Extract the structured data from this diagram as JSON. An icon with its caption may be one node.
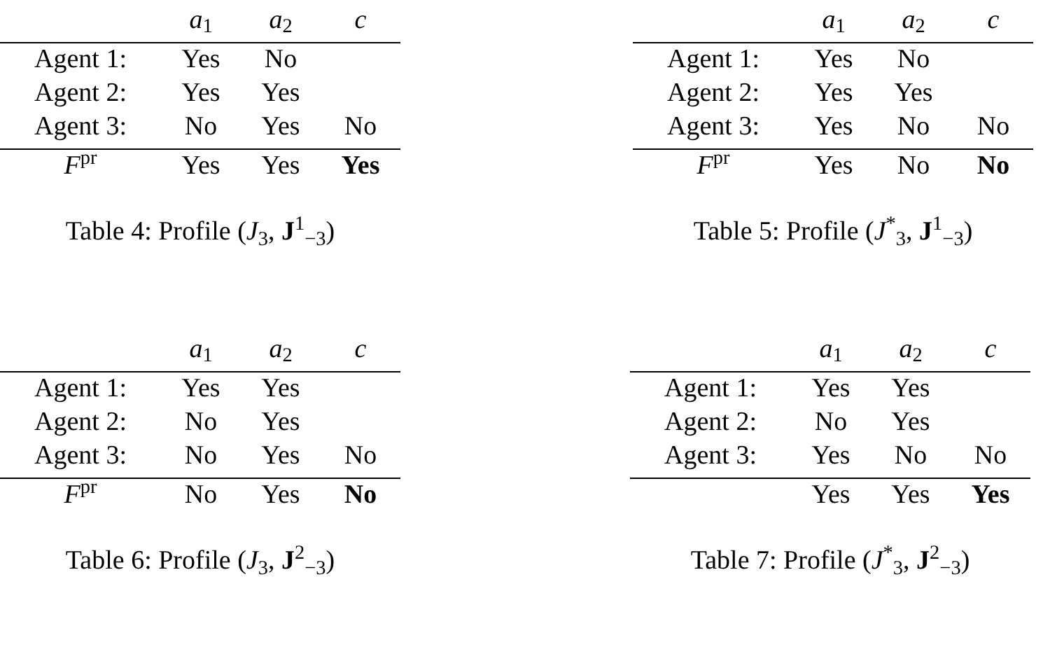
{
  "diagram": {
    "labels": [
      "*a*$_{1}$",
      "*a*$_{2}$",
      "*c*",
      "Agent 1:",
      "Yes",
      "No",
      "Agent 2:",
      "Yes",
      "Yes",
      "Agent 3:",
      "No",
      "Yes",
      "No",
      "*F*$^{pr}$",
      "Yes",
      "Yes",
      "Yes",
      "Table 4: Profile (*J*$_{3}$, **J**$^{1}$$_{−3}$)",
      "*a*$_{1}$",
      "*a*$_{2}$",
      "*c*",
      "Agent 1:",
      "Yes",
      "No",
      "Agent 2:",
      "Yes",
      "Yes",
      "Agent 3:",
      "Yes",
      "No",
      "No",
      "*F*$^{pr}$",
      "Yes",
      "No",
      "No",
      "Table 5: Profile (*J*$^{*}$$_{3}$, **J**$^{1}$$_{−3}$)",
      "*a*$_{1}$",
      "*a*$_{2}$",
      "*c*",
      "Agent 1:",
      "Yes",
      "Yes",
      "Agent 2:",
      "No",
      "Yes",
      "Agent 3:",
      "No",
      "Yes",
      "No",
      "*F*$^{pr}$",
      "No",
      "Yes",
      "No",
      "Table 6: Profile (*J*$_{3}$, **J**$^{2}$$_{−3}$)",
      "*a*$_{1}$",
      "*a*$_{2}$",
      "*c*",
      "Agent 1:",
      "Yes",
      "Yes",
      "Agent 2:",
      "No",
      "Yes",
      "Agent 3:",
      "Yes",
      "No",
      "No",
      "Yes",
      "Yes",
      "Yes",
      "Table 7: Profile (*J*$^{*}$$_{3}$, **J**$^{2}$$_{−3}$)"
    ]
  }
}
